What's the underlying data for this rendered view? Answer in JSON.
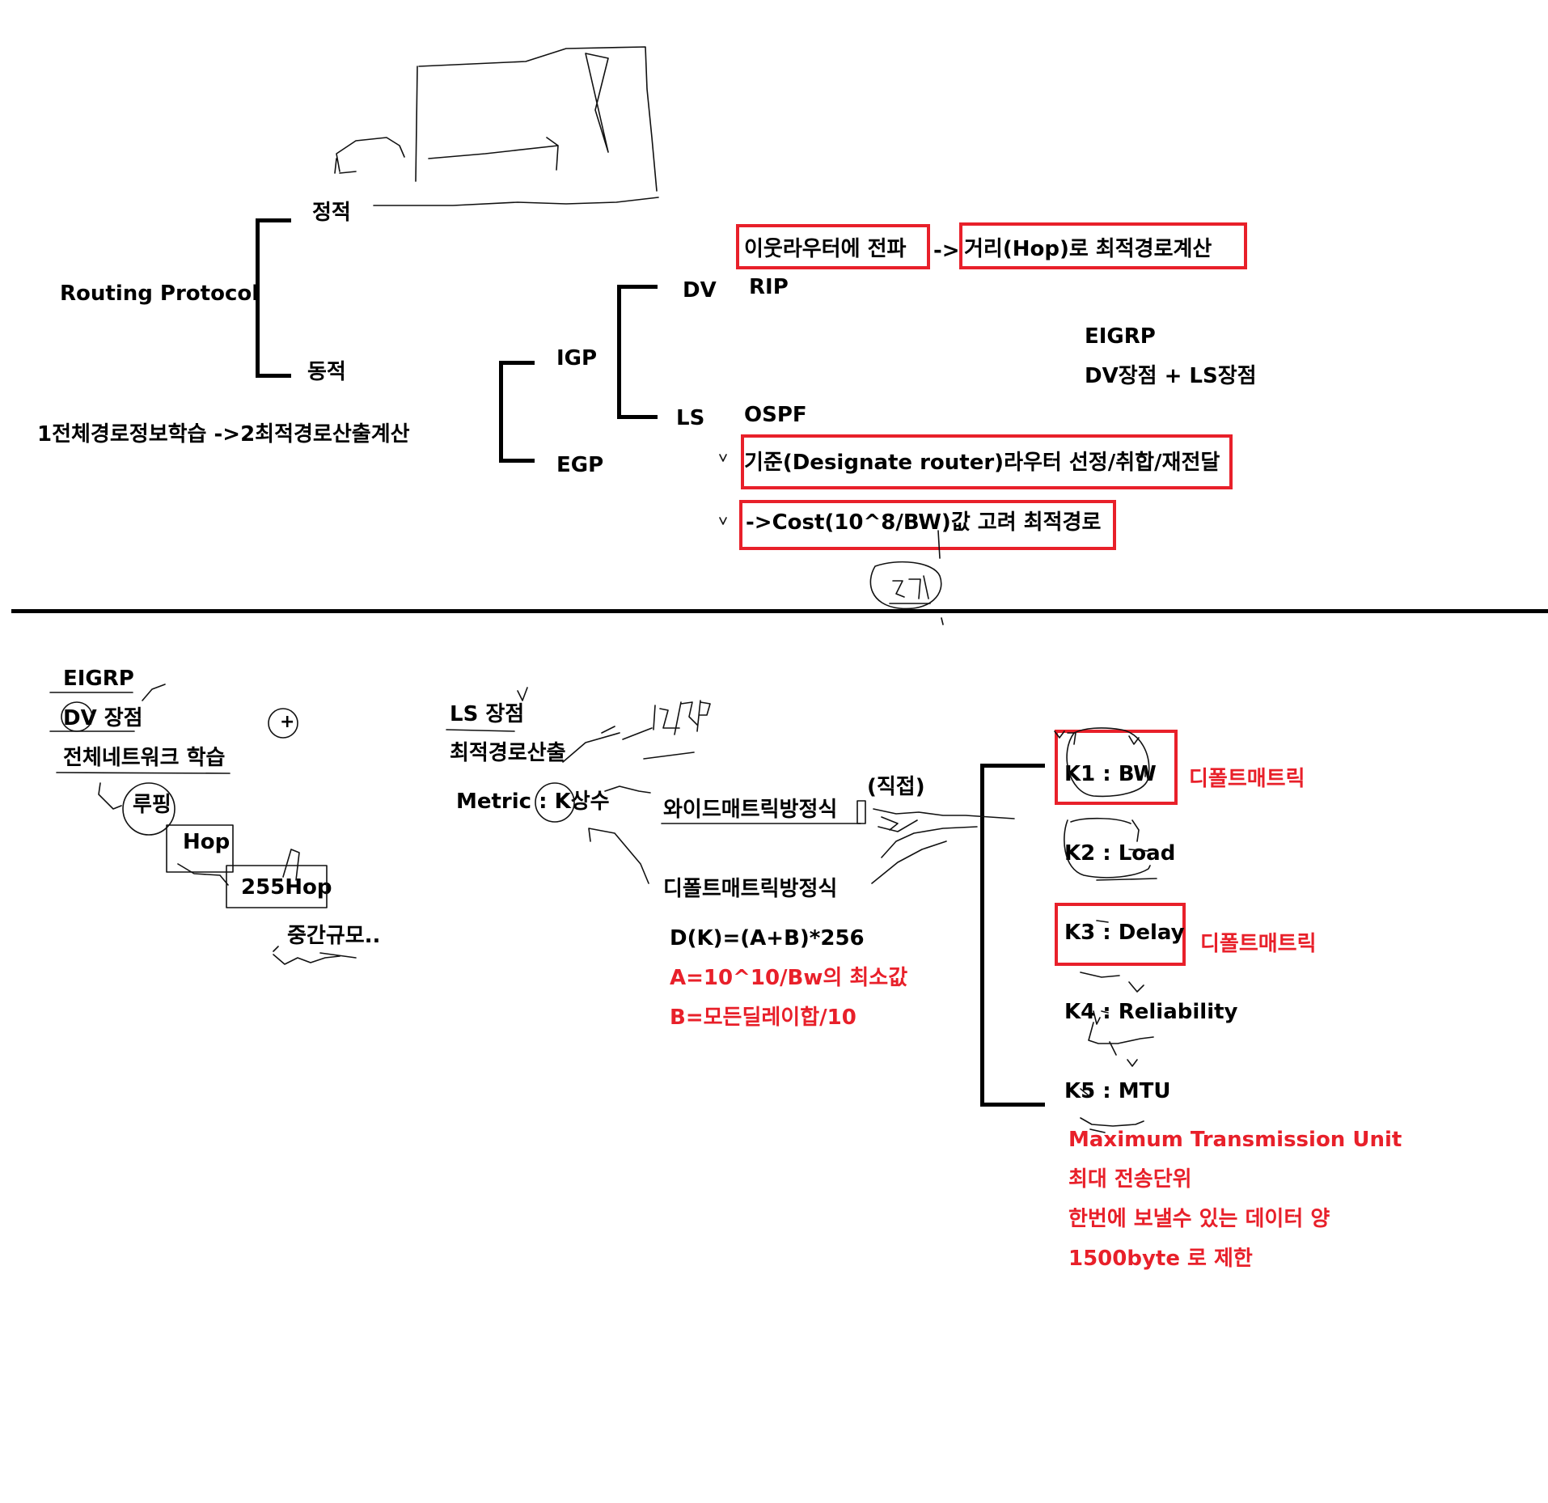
{
  "top": {
    "static_label": "정적",
    "routing_protocol": "Routing Protocol",
    "dynamic_label": "동적",
    "learning_note": "1전체경로정보학습 ->2최적경로산출계산",
    "igp": "IGP",
    "egp": "EGP",
    "dv": "DV",
    "ls": "LS",
    "rip": "RIP",
    "ospf": "OSPF",
    "neighbor_propagate": "이웃라우터에 전파",
    "arrow": "->",
    "hop_distance": "거리(Hop)로 최적경로계산",
    "eigrp": "EIGRP",
    "dv_plus_ls": "DV장점 + LS장점",
    "designate_router": "기준(Designate router)라우터 선정/취합/재전달",
    "cost_formula": "->Cost(10^8/BW)값 고려 최적경로",
    "sketch_note": "5개"
  },
  "bottom_left": {
    "eigrp": "EIGRP",
    "dv_strength": "DV 장점",
    "plus": "+",
    "full_network_learning": "전체네트워크 학습",
    "looping": "루핑",
    "hop": "Hop",
    "hop_255": "255Hop",
    "medium_scale": "중간규모.."
  },
  "bottom_middle": {
    "ls_strength": "LS 장점",
    "optimal_path_calc": "최적경로산출",
    "metric_k": "Metric : K상수",
    "igrp_scribble": "IGRP",
    "direct": "(직접)",
    "wide_metric": "와이드매트릭방정식",
    "default_metric_formula": "디폴트매트릭방정식",
    "dk_formula": "D(K)=(A+B)*256",
    "a_formula": "A=10^10/Bw의 최소값",
    "b_formula": "B=모든딜레이합/10"
  },
  "k_constants": {
    "k1": "K1 : BW",
    "k2": "K2 : Load",
    "k3": "K3 : Delay",
    "k4": "K4 : Reliability",
    "k5": "K5 : MTU",
    "k1_note": "디폴트매트릭",
    "k3_note": "디폴트매트릭",
    "mtu_full": "Maximum Transmission Unit",
    "mtu_korean": "최대 전송단위",
    "mtu_desc": "한번에 보낼수 있는 데이터 양",
    "mtu_limit": "1500byte 로 제한"
  },
  "colors": {
    "highlight_red": "#e8202a",
    "ink": "#000000"
  }
}
